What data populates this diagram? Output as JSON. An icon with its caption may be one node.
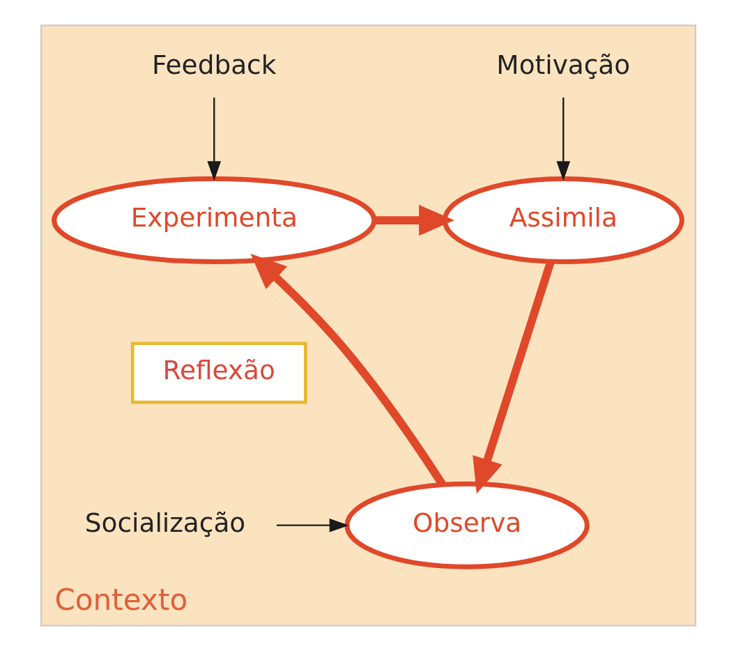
{
  "diagram": {
    "nodes": [
      {
        "text": [
          "Contexto"
        ]
      },
      {
        "text": [
          "Experimenta"
        ],
        "in": 0
      },
      {
        "text": [
          "Assimila"
        ],
        "in": 0
      },
      {
        "text": [
          "Observa"
        ],
        "in": 0
      },
      {
        "text": [
          "Reflexão"
        ],
        "in": 0
      },
      {
        "text": [
          "Feedback"
        ],
        "in": 0
      },
      {
        "text": [
          "Motivação"
        ],
        "in": 0
      },
      {
        "text": [
          "Socialização"
        ],
        "in": 0
      }
    ],
    "edges": [
      {
        "from": 1,
        "to": 2,
        "arrow": "to",
        "style": "thick"
      },
      {
        "from": 2,
        "to": 3,
        "arrow": "to",
        "style": "thick"
      },
      {
        "from": 3,
        "to": 1,
        "arrow": "to",
        "style": "thick"
      },
      {
        "from": 5,
        "to": 1,
        "arrow": "to",
        "color": "#1a1a1a"
      },
      {
        "from": 6,
        "to": 2,
        "arrow": "to",
        "color": "#1a1a1a"
      },
      {
        "from": 7,
        "to": 3,
        "arrow": "to",
        "color": "#1a1a1a"
      }
    ]
  }
}
